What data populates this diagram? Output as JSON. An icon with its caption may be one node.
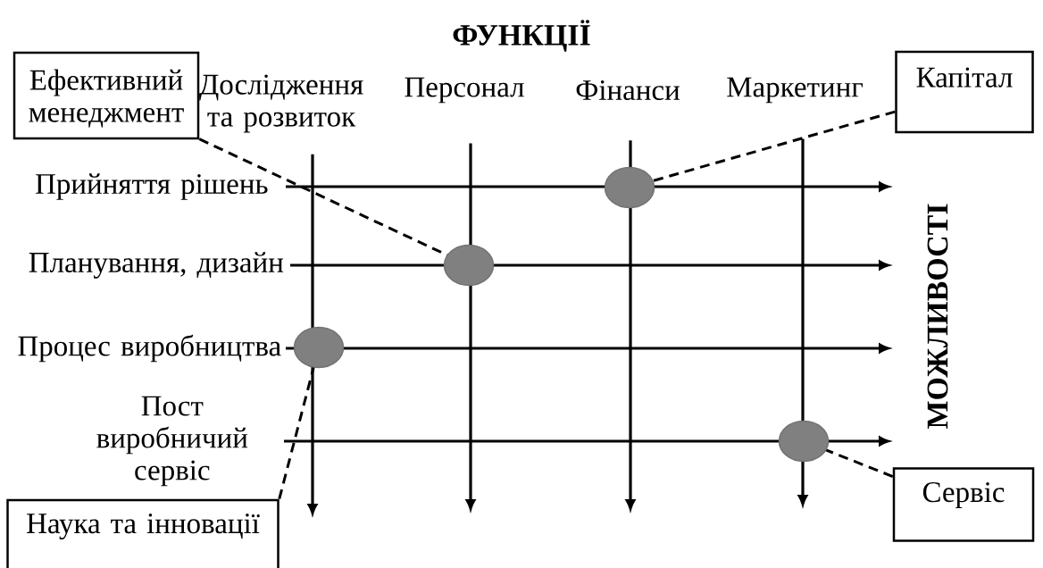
{
  "diagram": {
    "title": "ФУНКЦІЇ",
    "nodes": [
      {
        "text": [
          "Ефективний менеджмент"
        ]
      },
      {
        "text": [
          "Дослідження та розвиток"
        ]
      },
      {
        "text": [
          "Персонал"
        ]
      },
      {
        "text": [
          "Фінанси"
        ]
      },
      {
        "text": [
          "Маркетинг"
        ]
      },
      {
        "text": [
          "Капітал"
        ]
      },
      {
        "text": [
          "Прийняття рішень"
        ]
      },
      {
        "text": [],
        "shape": "circle"
      },
      {
        "text": [
          "Планування, дизайн"
        ]
      },
      {
        "text": [],
        "shape": "circle"
      },
      {
        "text": [
          "Процес виробництва"
        ]
      },
      {
        "text": [],
        "shape": "circle"
      },
      {
        "text": [
          "Пост виробничий сервіс"
        ]
      },
      {
        "text": [],
        "shape": "circle"
      },
      {
        "text": [
          "Сервіс"
        ]
      },
      {
        "text": [
          "Наука та інновації"
        ]
      }
    ],
    "edges": [
      {
        "from": 1,
        "to": null,
        "arrow": "to"
      },
      {
        "from": 2,
        "to": null,
        "arrow": "to"
      },
      {
        "from": 3,
        "to": null,
        "arrow": "to"
      },
      {
        "from": 4,
        "to": null,
        "arrow": "to"
      },
      {
        "from": 6,
        "to": null,
        "arrow": "to"
      },
      {
        "from": 8,
        "to": null,
        "arrow": "to"
      },
      {
        "from": 10,
        "to": null,
        "arrow": "to"
      },
      {
        "from": 12,
        "to": null,
        "arrow": "to"
      },
      {
        "from": 0,
        "to": 9,
        "arrow": "none",
        "style": "dashed"
      },
      {
        "from": 5,
        "to": 7,
        "arrow": "none",
        "style": "dashed"
      },
      {
        "from": 15,
        "to": 11,
        "arrow": "none",
        "style": "dashed"
      },
      {
        "from": 14,
        "to": 13,
        "arrow": "none",
        "style": "dashed"
      }
    ],
    "labels": [
      "МОЖЛИВОСТІ"
    ]
  }
}
